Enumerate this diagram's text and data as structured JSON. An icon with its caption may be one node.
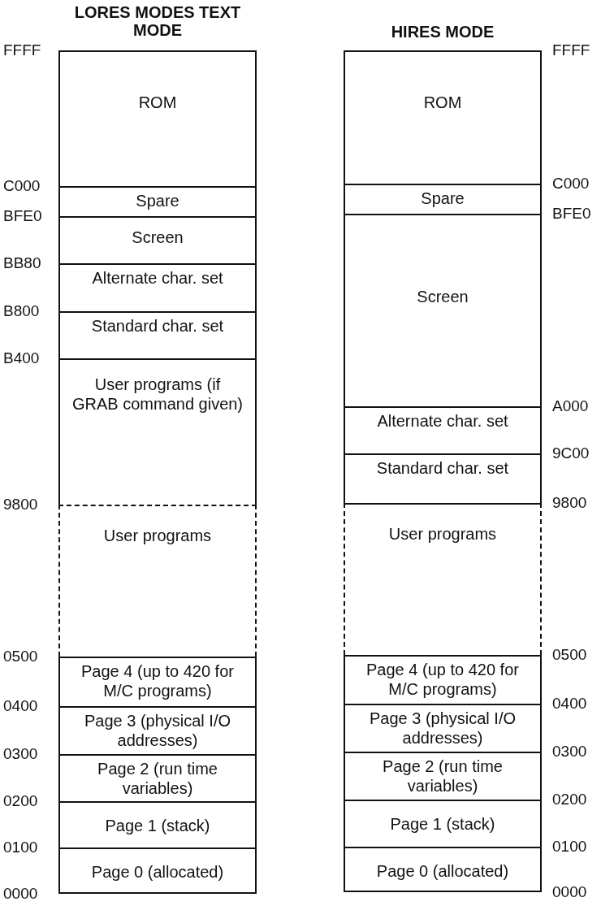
{
  "diagram": {
    "nodes": [
      {
        "text": [
          "ROM"
        ]
      },
      {
        "text": [
          "Spare"
        ]
      },
      {
        "text": [
          "Screen"
        ]
      },
      {
        "text": [
          "Alternate char. set"
        ]
      },
      {
        "text": [
          "Standard char. set"
        ]
      },
      {
        "text": [
          "User programs (if GRAB command given)"
        ]
      },
      {
        "text": [
          "User programs"
        ]
      },
      {
        "text": [
          "Page 4 (up to 420 for M/C programs)"
        ]
      },
      {
        "text": [
          "Page 3 (physical I/O addresses)"
        ]
      },
      {
        "text": [
          "Page 2 (run time variables)"
        ]
      },
      {
        "text": [
          "Page 1 (stack)"
        ]
      },
      {
        "text": [
          "Page 0 (allocated)"
        ]
      },
      {
        "text": [
          "ROM"
        ]
      },
      {
        "text": [
          "Spare"
        ]
      },
      {
        "text": [
          "Screen"
        ]
      },
      {
        "text": [
          "Alternate char. set"
        ]
      },
      {
        "text": [
          "Standard char. set"
        ]
      },
      {
        "text": [
          "User programs"
        ]
      },
      {
        "text": [
          "Page 4 (up to 420 for M/C programs)"
        ]
      },
      {
        "text": [
          "Page 3 (physical I/O addresses)"
        ]
      },
      {
        "text": [
          "Page 2 (run time variables)"
        ]
      },
      {
        "text": [
          "Page 1 (stack)"
        ]
      },
      {
        "text": [
          "Page 0 (allocated)"
        ]
      }
    ],
    "labels": [
      "LORES MODES TEXT MODE",
      "HIRES MODE",
      "FFFF",
      "C000",
      "BFE0",
      "BB80",
      "B800",
      "B400",
      "9800",
      "0500",
      "0400",
      "0300",
      "0200",
      "0100",
      "0000",
      "FFFF",
      "C000",
      "BFE0",
      "A000",
      "9C00",
      "9800",
      "0500",
      "0400",
      "0300",
      "0200",
      "0100",
      "0000"
    ]
  }
}
